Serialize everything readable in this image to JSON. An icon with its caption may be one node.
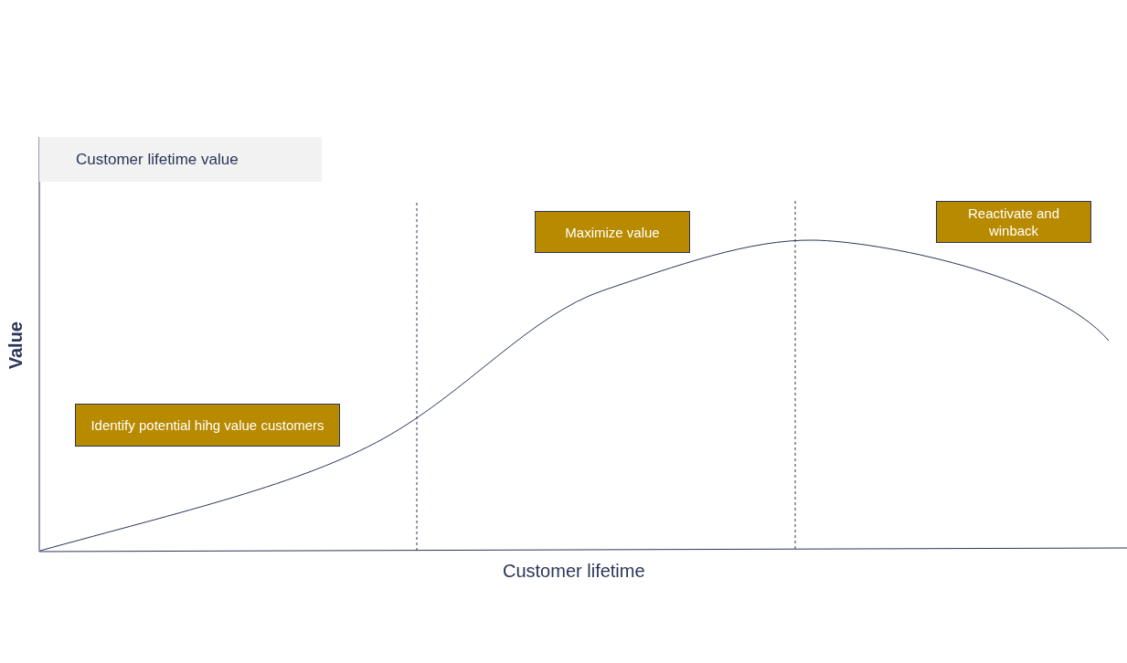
{
  "diagram": {
    "nodes": [
      {
        "text": [
          "Customer lifetime value"
        ]
      },
      {
        "text": [
          "Identify potential hihg value customers"
        ]
      },
      {
        "text": [
          "Maximize value"
        ]
      },
      {
        "text": [
          "Reactivate and winback"
        ]
      }
    ],
    "labels": [
      "Value",
      "Customer lifetime"
    ]
  }
}
